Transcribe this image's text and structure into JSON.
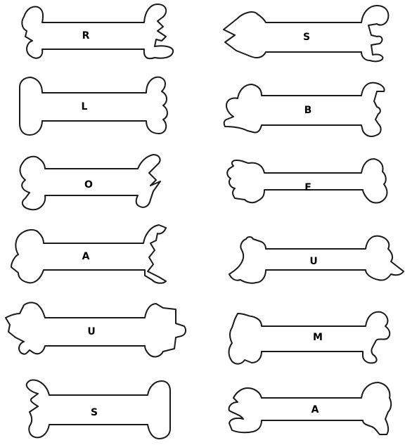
{
  "pieces": [
    {
      "letter": "R"
    },
    {
      "letter": "L"
    },
    {
      "letter": "O"
    },
    {
      "letter": "A"
    },
    {
      "letter": "U"
    },
    {
      "letter": "S"
    },
    {
      "letter": "S"
    },
    {
      "letter": "B"
    },
    {
      "letter": "E"
    },
    {
      "letter": "U"
    },
    {
      "letter": "M"
    },
    {
      "letter": "A"
    }
  ],
  "colors": {
    "outline": "#1a1a1a",
    "background": "#ffffff",
    "text": "#000000"
  }
}
